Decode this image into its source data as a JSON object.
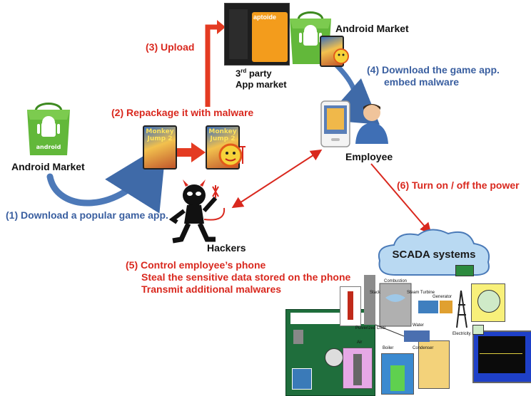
{
  "labels": {
    "android_market_left": "Android Market",
    "android_market_top": "Android Market",
    "step1": "(1) Download a popular game app.",
    "step2": "(2) Repackage it with malware",
    "step3": "(3) Upload",
    "step4_line1": "(4) Download the game  app.",
    "step4_line2": "embed malware",
    "step5_line1": "(5) Control employee’s phone",
    "step5_line2": "Steal  the sensitive data stored on the phone",
    "step5_line3": "Transmit additional malwares",
    "step6": "(6) Turn on / off  the power",
    "third_party_line1_pre": "3",
    "third_party_sup": "rd",
    "third_party_line1_post": " party",
    "third_party_line2": "App market",
    "employee": "Employee",
    "hackers": "Hackers",
    "scada": "SCADA systems",
    "aptoide": "aptoide",
    "game_title": "Monkey Jump 2",
    "android_bag_text": "android",
    "plant_labels": {
      "stack": "Stack",
      "combustion": "Combustion",
      "steam_turbine": "Steam Turbine",
      "generator": "Generator",
      "pulverized_coal": "Pulverized Coal",
      "water": "Water",
      "boiler": "Boiler",
      "condenser": "Condenser",
      "electricity": "Electricity",
      "air": "Air"
    }
  },
  "colors": {
    "red": "#d9281e",
    "blue": "#3a5fa0",
    "android_green": "#5cb531",
    "scada_green": "#1f6e3c"
  },
  "icons": [
    "android-bag-icon",
    "game-app-icon",
    "malware-devil-icon",
    "phone-icon",
    "person-icon",
    "hacker-icon",
    "cloud-icon",
    "power-plant-icon"
  ]
}
